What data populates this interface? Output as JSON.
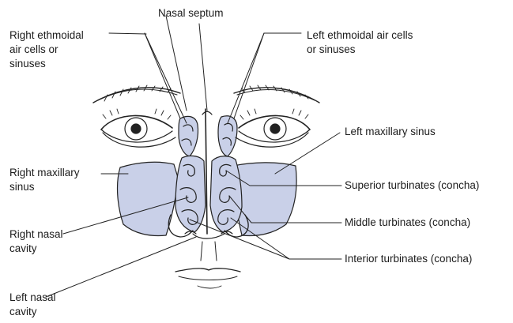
{
  "labels": {
    "nasal_septum": "Nasal septum",
    "right_ethmoidal": [
      "Right ethmoidal",
      "air cells or",
      "sinuses"
    ],
    "left_ethmoidal": [
      "Left ethmoidal air cells",
      "or sinuses"
    ],
    "left_maxillary": "Left maxillary sinus",
    "right_maxillary": [
      "Right maxillary",
      "sinus"
    ],
    "superior_turbinates": "Superior turbinates (concha)",
    "middle_turbinates": "Middle turbinates (concha)",
    "interior_turbinates": "Interior turbinates (concha)",
    "right_nasal_cavity": [
      "Right nasal",
      "cavity"
    ],
    "left_nasal_cavity": [
      "Left nasal",
      "cavity"
    ]
  },
  "colors": {
    "sinus_fill": "#c9d0e8",
    "line": "#222222"
  }
}
